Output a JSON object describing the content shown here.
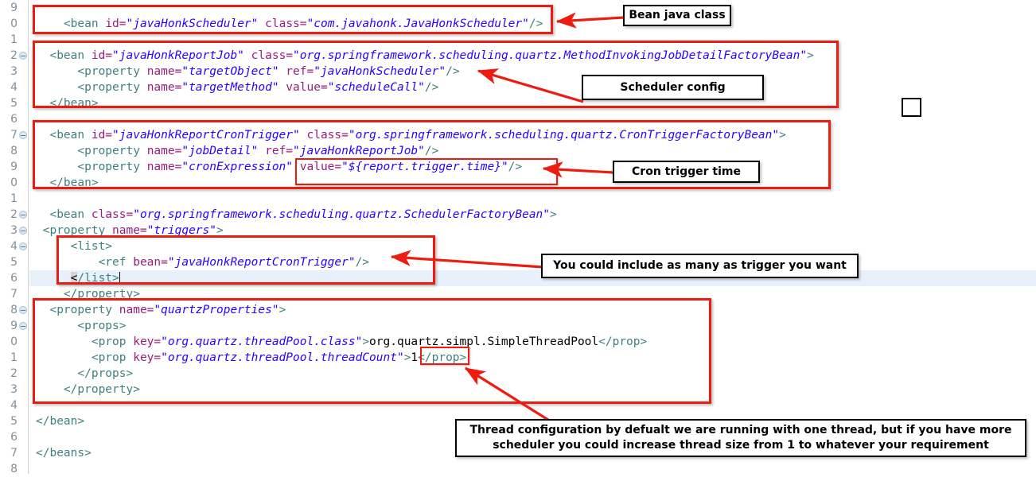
{
  "editor": {
    "name": "xml-source-editor",
    "gutter_note": "line numbers clipped at left edge; only trailing digits visible",
    "lines": [
      {
        "n": "9",
        "fold": false,
        "current": false,
        "tokens": []
      },
      {
        "n": "0",
        "fold": false,
        "current": false,
        "tokens": [
          {
            "t": "tag",
            "s": "    <bean "
          },
          {
            "t": "att",
            "s": "id="
          },
          {
            "t": "val",
            "s": "\"javaHonkScheduler\""
          },
          {
            "t": "tag",
            "s": " "
          },
          {
            "t": "att",
            "s": "class="
          },
          {
            "t": "val",
            "s": "\"com.javahonk.JavaHonkScheduler\""
          },
          {
            "t": "tag",
            "s": "/>"
          }
        ]
      },
      {
        "n": "1",
        "fold": false,
        "current": false,
        "tokens": []
      },
      {
        "n": "2",
        "fold": true,
        "current": false,
        "tokens": [
          {
            "t": "tag",
            "s": "  <bean "
          },
          {
            "t": "att",
            "s": "id="
          },
          {
            "t": "val",
            "s": "\"javaHonkReportJob\""
          },
          {
            "t": "tag",
            "s": " "
          },
          {
            "t": "att",
            "s": "class="
          },
          {
            "t": "val",
            "s": "\"org.springframework.scheduling.quartz.MethodInvokingJobDetailFactoryBean\""
          },
          {
            "t": "tag",
            "s": ">"
          }
        ]
      },
      {
        "n": "3",
        "fold": false,
        "current": false,
        "tokens": [
          {
            "t": "tag",
            "s": "      <property "
          },
          {
            "t": "att",
            "s": "name="
          },
          {
            "t": "val",
            "s": "\"targetObject\""
          },
          {
            "t": "tag",
            "s": " "
          },
          {
            "t": "att",
            "s": "ref="
          },
          {
            "t": "val",
            "s": "\"javaHonkScheduler\""
          },
          {
            "t": "tag",
            "s": "/>"
          }
        ]
      },
      {
        "n": "4",
        "fold": false,
        "current": false,
        "tokens": [
          {
            "t": "tag",
            "s": "      <property "
          },
          {
            "t": "att",
            "s": "name="
          },
          {
            "t": "val",
            "s": "\"targetMethod\""
          },
          {
            "t": "tag",
            "s": " "
          },
          {
            "t": "att",
            "s": "value="
          },
          {
            "t": "val",
            "s": "\"scheduleCall\""
          },
          {
            "t": "tag",
            "s": "/>"
          }
        ]
      },
      {
        "n": "5",
        "fold": false,
        "current": false,
        "tokens": [
          {
            "t": "tag",
            "s": "  </bean>"
          }
        ]
      },
      {
        "n": "6",
        "fold": false,
        "current": false,
        "tokens": []
      },
      {
        "n": "7",
        "fold": true,
        "current": false,
        "tokens": [
          {
            "t": "tag",
            "s": "  <bean "
          },
          {
            "t": "att",
            "s": "id="
          },
          {
            "t": "val",
            "s": "\"javaHonkReportCronTrigger\""
          },
          {
            "t": "tag",
            "s": " "
          },
          {
            "t": "att",
            "s": "class="
          },
          {
            "t": "val",
            "s": "\"org.springframework.scheduling.quartz.CronTriggerFactoryBean\""
          },
          {
            "t": "tag",
            "s": ">"
          }
        ]
      },
      {
        "n": "8",
        "fold": false,
        "current": false,
        "tokens": [
          {
            "t": "tag",
            "s": "      <property "
          },
          {
            "t": "att",
            "s": "name="
          },
          {
            "t": "val",
            "s": "\"jobDetail\""
          },
          {
            "t": "tag",
            "s": " "
          },
          {
            "t": "att",
            "s": "ref="
          },
          {
            "t": "val",
            "s": "\"javaHonkReportJob\""
          },
          {
            "t": "tag",
            "s": "/>"
          }
        ]
      },
      {
        "n": "9",
        "fold": false,
        "current": false,
        "tokens": [
          {
            "t": "tag",
            "s": "      <property "
          },
          {
            "t": "att",
            "s": "name="
          },
          {
            "t": "val",
            "s": "\"cronExpression\""
          },
          {
            "t": "tag",
            "s": " "
          },
          {
            "t": "att",
            "s": "value="
          },
          {
            "t": "val",
            "s": "\"${report.trigger.time}\""
          },
          {
            "t": "tag",
            "s": "/>"
          }
        ]
      },
      {
        "n": "0",
        "fold": false,
        "current": false,
        "tokens": [
          {
            "t": "tag",
            "s": "  </bean>"
          }
        ]
      },
      {
        "n": "1",
        "fold": false,
        "current": false,
        "tokens": []
      },
      {
        "n": "2",
        "fold": true,
        "current": false,
        "tokens": [
          {
            "t": "tag",
            "s": "  <bean "
          },
          {
            "t": "att",
            "s": "class="
          },
          {
            "t": "val",
            "s": "\"org.springframework.scheduling.quartz.SchedulerFactoryBean\""
          },
          {
            "t": "tag",
            "s": ">"
          }
        ]
      },
      {
        "n": "3",
        "fold": true,
        "current": false,
        "tokens": [
          {
            "t": "tag",
            "s": " <property "
          },
          {
            "t": "att",
            "s": "name="
          },
          {
            "t": "val",
            "s": "\"triggers\""
          },
          {
            "t": "tag",
            "s": ">"
          }
        ]
      },
      {
        "n": "4",
        "fold": true,
        "current": false,
        "tokens": [
          {
            "t": "tag",
            "s": "     <list>"
          }
        ]
      },
      {
        "n": "5",
        "fold": false,
        "current": false,
        "tokens": [
          {
            "t": "tag",
            "s": "         <ref "
          },
          {
            "t": "att",
            "s": "bean="
          },
          {
            "t": "val",
            "s": "\"javaHonkReportCronTrigger\""
          },
          {
            "t": "tag",
            "s": "/>"
          }
        ]
      },
      {
        "n": "6",
        "fold": false,
        "current": true,
        "tokens": [
          {
            "t": "plain",
            "s": "     "
          },
          {
            "t": "bmatch",
            "s": "<"
          },
          {
            "t": "tag",
            "s": "/list>"
          },
          {
            "t": "caret",
            "s": ""
          }
        ]
      },
      {
        "n": "7",
        "fold": false,
        "current": false,
        "tokens": [
          {
            "t": "tag",
            "s": "    </property>"
          }
        ]
      },
      {
        "n": "8",
        "fold": true,
        "current": false,
        "tokens": [
          {
            "t": "tag",
            "s": "  <property "
          },
          {
            "t": "att",
            "s": "name="
          },
          {
            "t": "val",
            "s": "\"quartzProperties\""
          },
          {
            "t": "tag",
            "s": ">"
          }
        ]
      },
      {
        "n": "9",
        "fold": true,
        "current": false,
        "tokens": [
          {
            "t": "tag",
            "s": "      <props>"
          }
        ]
      },
      {
        "n": "0",
        "fold": false,
        "current": false,
        "tokens": [
          {
            "t": "tag",
            "s": "        <prop "
          },
          {
            "t": "att",
            "s": "key="
          },
          {
            "t": "val",
            "s": "\"org.quartz.threadPool.class\""
          },
          {
            "t": "tag",
            "s": ">"
          },
          {
            "t": "txt",
            "s": "org.quartz.simpl.SimpleThreadPool"
          },
          {
            "t": "tag",
            "s": "</prop>"
          }
        ]
      },
      {
        "n": "1",
        "fold": false,
        "current": false,
        "tokens": [
          {
            "t": "tag",
            "s": "        <prop "
          },
          {
            "t": "att",
            "s": "key="
          },
          {
            "t": "val",
            "s": "\"org.quartz.threadPool.threadCount\""
          },
          {
            "t": "tag",
            "s": ">"
          },
          {
            "t": "txt",
            "s": "1"
          },
          {
            "t": "tag",
            "s": "</prop>"
          }
        ]
      },
      {
        "n": "2",
        "fold": false,
        "current": false,
        "tokens": [
          {
            "t": "tag",
            "s": "      </props>"
          }
        ]
      },
      {
        "n": "3",
        "fold": false,
        "current": false,
        "tokens": [
          {
            "t": "tag",
            "s": "    </property>"
          }
        ]
      },
      {
        "n": "4",
        "fold": false,
        "current": false,
        "tokens": []
      },
      {
        "n": "5",
        "fold": false,
        "current": false,
        "tokens": [
          {
            "t": "tag",
            "s": "</bean>"
          }
        ]
      },
      {
        "n": "6",
        "fold": false,
        "current": false,
        "tokens": []
      },
      {
        "n": "7",
        "fold": false,
        "current": false,
        "tokens": [
          {
            "t": "tag",
            "s": "</beans>"
          }
        ]
      },
      {
        "n": "8",
        "fold": false,
        "current": false,
        "tokens": []
      }
    ]
  },
  "callouts": {
    "bean_java_class": "Bean java class",
    "scheduler_config": "Scheduler config",
    "cron_trigger_time": "Cron trigger time",
    "many_triggers": "You could include as many as trigger you want",
    "thread_config_line1": "Thread configuration by defualt we are running with one thread, but if you have more",
    "thread_config_line2": "scheduler you could increase thread size from 1 to whatever your requirement"
  },
  "colors": {
    "annotation_red": "#ee1b11",
    "callout_border": "#000000",
    "tag": "#3f7f7f",
    "attribute": "#9b1b7a",
    "value": "#2a00ff",
    "text": "#000000",
    "current_line": "#e8f0fb",
    "gutter_number": "#808f9b"
  }
}
